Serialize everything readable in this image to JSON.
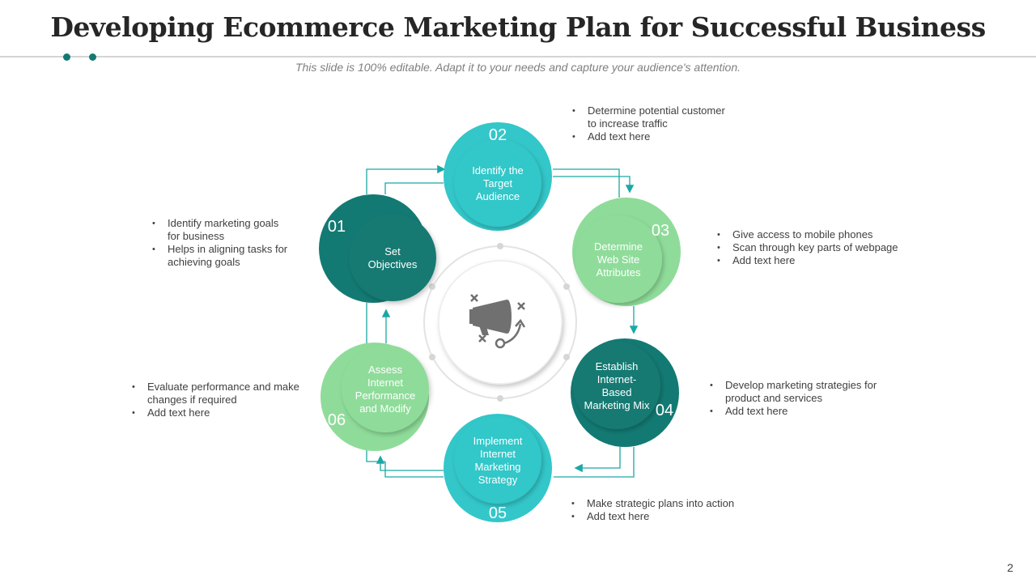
{
  "title": "Developing Ecommerce Marketing Plan for Successful Business",
  "subtitle": "This slide is 100% editable. Adapt it to your needs and capture your audience's attention.",
  "page_number": "2",
  "center_icon": "megaphone-strategy-icon",
  "colors": {
    "dark_teal": "#137a73",
    "cyan": "#33c7c9",
    "light_green": "#8fdc9a",
    "arrow": "#1aa8a6",
    "ring": "#e3e3e3",
    "icon": "#707070"
  },
  "steps": [
    {
      "number": "01",
      "label_lines": [
        "Set",
        "Objectives"
      ],
      "color": "#137a73",
      "bullets": [
        "Identify marketing goals",
        "for business",
        "Helps in aligning tasks for",
        "achieving goals"
      ]
    },
    {
      "number": "02",
      "label_lines": [
        "Identify the",
        "Target",
        "Audience"
      ],
      "color": "#33c7c9",
      "bullets": [
        "Determine potential customer",
        "to increase traffic",
        "Add text here"
      ]
    },
    {
      "number": "03",
      "label_lines": [
        "Determine",
        "Web Site",
        "Attributes"
      ],
      "color": "#8fdc9a",
      "bullets": [
        "Give access to mobile phones",
        "Scan through key parts of webpage",
        "Add text here"
      ]
    },
    {
      "number": "04",
      "label_lines": [
        "Establish",
        "Internet-",
        "Based",
        "Marketing Mix"
      ],
      "color": "#137a73",
      "bullets": [
        "Develop marketing strategies for",
        "product and services",
        "Add text here"
      ]
    },
    {
      "number": "05",
      "label_lines": [
        "Implement",
        "Internet",
        "Marketing",
        "Strategy"
      ],
      "color": "#33c7c9",
      "bullets": [
        "Make strategic plans into action",
        "Add text here"
      ]
    },
    {
      "number": "06",
      "label_lines": [
        "Assess",
        "Internet",
        "Performance",
        "and Modify"
      ],
      "color": "#8fdc9a",
      "bullets": [
        "Evaluate performance and make",
        "changes if required",
        "Add text here"
      ]
    }
  ]
}
